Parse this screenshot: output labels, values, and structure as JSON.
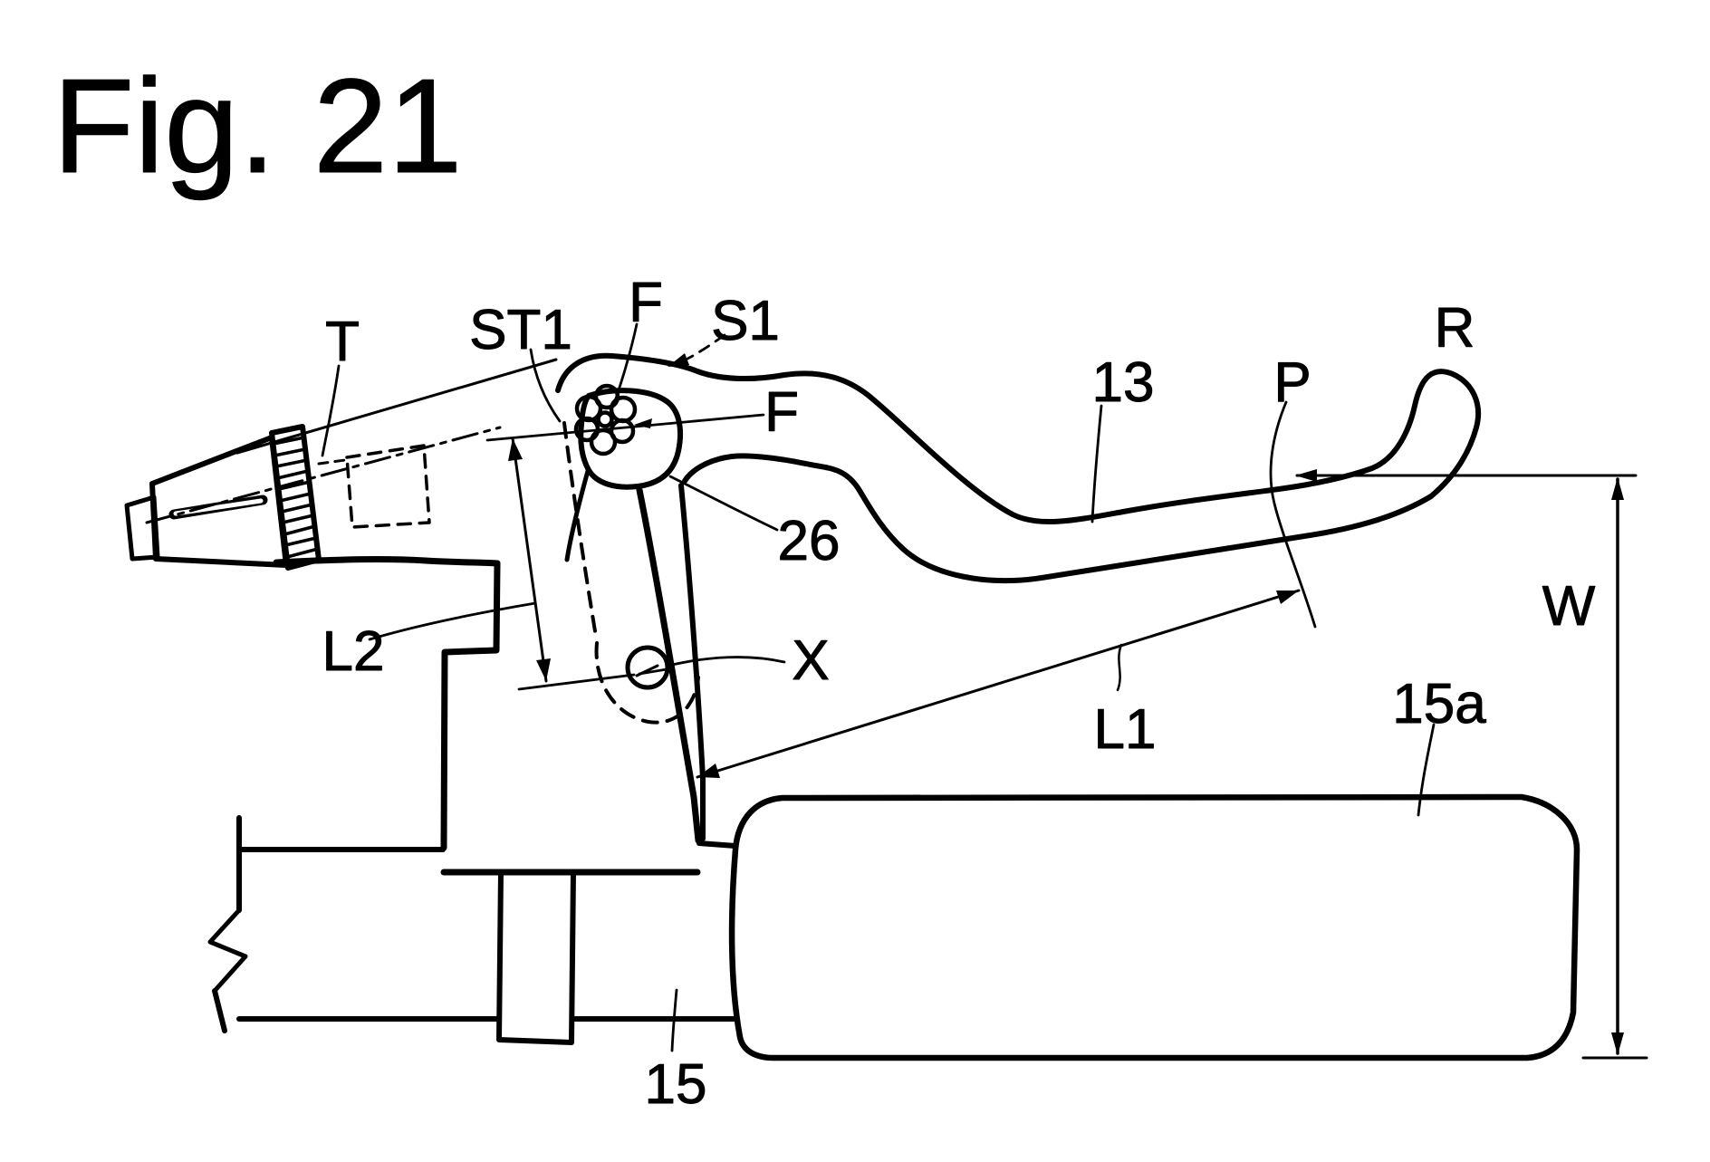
{
  "figure": {
    "labels": {
      "title": "Fig. 21",
      "t": "T",
      "st1": "ST1",
      "f_top": "F",
      "s1": "S1",
      "f_right": "F",
      "r": "R",
      "n13": "13",
      "p": "P",
      "n26": "26",
      "l2": "L2",
      "x": "X",
      "l1": "L1",
      "w": "W",
      "n15a": "15a",
      "n15": "15"
    },
    "colors": {
      "ink": "#000000",
      "paper": "#ffffff"
    }
  }
}
